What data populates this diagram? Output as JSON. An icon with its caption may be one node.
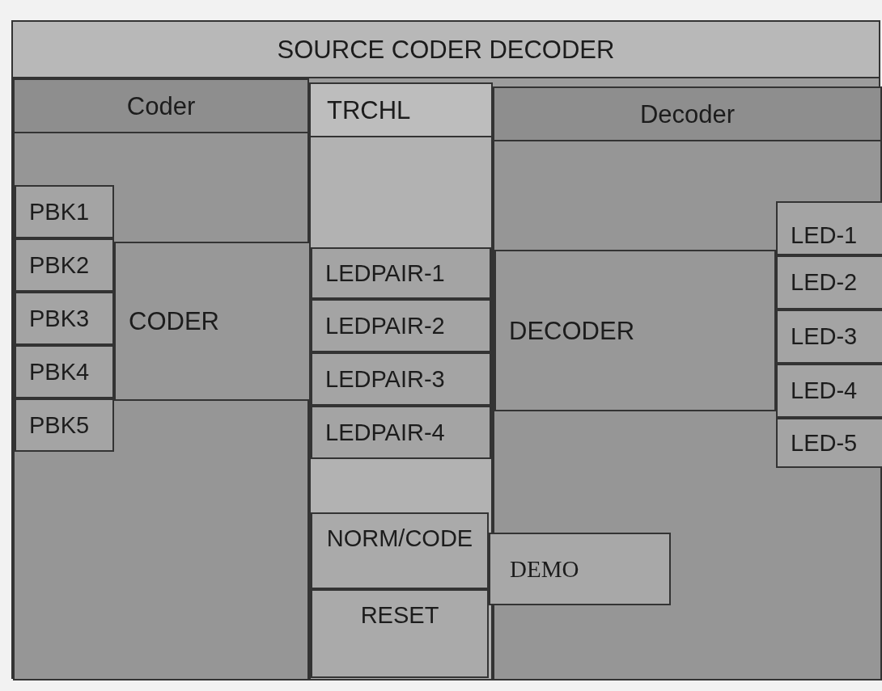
{
  "diagram": {
    "nodes": [
      {
        "text": [
          "SOURCE CODER DECODER"
        ]
      },
      {
        "text": [
          "Coder"
        ],
        "in": 0
      },
      {
        "text": [
          "PBK1"
        ],
        "in": 1
      },
      {
        "text": [
          "PBK2"
        ],
        "in": 1
      },
      {
        "text": [
          "PBK3"
        ],
        "in": 1
      },
      {
        "text": [
          "PBK4"
        ],
        "in": 1
      },
      {
        "text": [
          "PBK5"
        ],
        "in": 1
      },
      {
        "text": [
          "CODER"
        ],
        "in": 1
      },
      {
        "text": [
          "TRCHL"
        ],
        "in": 0
      },
      {
        "text": [
          "LEDPAIR-1"
        ],
        "in": 8
      },
      {
        "text": [
          "LEDPAIR-2"
        ],
        "in": 8
      },
      {
        "text": [
          "LEDPAIR-3"
        ],
        "in": 8
      },
      {
        "text": [
          "LEDPAIR-4"
        ],
        "in": 8
      },
      {
        "text": [
          "NORM/CODE"
        ],
        "in": 8
      },
      {
        "text": [
          "RESET"
        ],
        "in": 8
      },
      {
        "text": [
          "Decoder"
        ],
        "in": 0
      },
      {
        "text": [
          "DECODER"
        ],
        "in": 15
      },
      {
        "text": [
          "LED-1"
        ],
        "in": 15
      },
      {
        "text": [
          "LED-2"
        ],
        "in": 15
      },
      {
        "text": [
          "LED-3"
        ],
        "in": 15
      },
      {
        "text": [
          "LED-4"
        ],
        "in": 15
      },
      {
        "text": [
          "LED-5"
        ],
        "in": 15
      },
      {
        "text": [
          "DEMO"
        ],
        "in": 15
      }
    ]
  }
}
